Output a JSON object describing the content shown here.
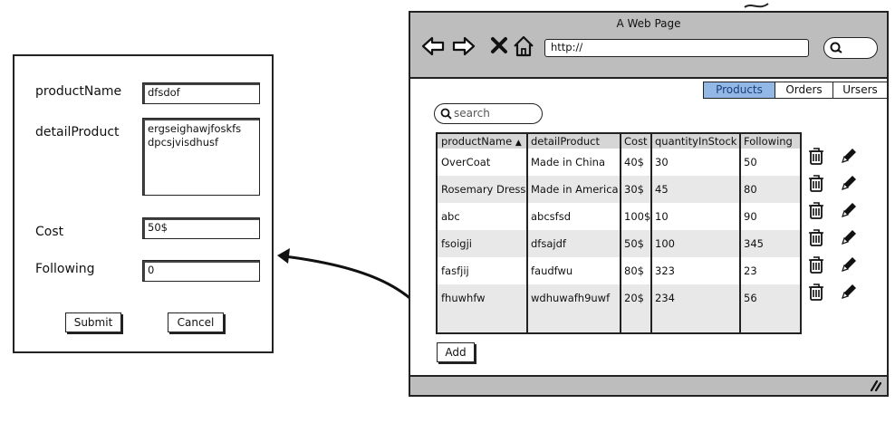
{
  "form": {
    "fields": [
      {
        "label": "productName",
        "value": "dfsdof"
      },
      {
        "label": "detailProduct",
        "value": "ergseighawjfoskfs dpcsjvisdhusf"
      },
      {
        "label": "Cost",
        "value": "50$"
      },
      {
        "label": "Following",
        "value": "0"
      }
    ],
    "submit_label": "Submit",
    "cancel_label": "Cancel"
  },
  "browser": {
    "title": "A Web Page",
    "url": "http://",
    "nav_icons": [
      "back-icon",
      "forward-icon",
      "stop-icon",
      "home-icon"
    ],
    "tabs": [
      {
        "label": "Products",
        "active": true
      },
      {
        "label": "Orders",
        "active": false
      },
      {
        "label": "Ursers",
        "active": false
      }
    ],
    "search_placeholder": "search",
    "add_label": "Add",
    "accent_color": "#94b8e6"
  },
  "table": {
    "columns": [
      "productName",
      "detailProduct",
      "Cost",
      "quantityInStock",
      "Following"
    ],
    "sort_column": "productName",
    "sort_indicator": "▲",
    "rows": [
      [
        "OverCoat",
        "Made in China",
        "40$",
        "30",
        "50"
      ],
      [
        "Rosemary Dress",
        "Made in America",
        "30$",
        "45",
        "80"
      ],
      [
        "abc",
        "abcsfsd",
        "100$",
        "10",
        "90"
      ],
      [
        "fsoigji",
        "dfsajdf",
        "50$",
        "100",
        "345"
      ],
      [
        "fasfjij",
        "faudfwu",
        "80$",
        "323",
        "23"
      ],
      [
        "fhuwhfw",
        "wdhuwafh9uwf",
        "20$",
        "234",
        "56"
      ]
    ],
    "row_action_icons": [
      "trash-icon",
      "pencil-icon"
    ]
  }
}
